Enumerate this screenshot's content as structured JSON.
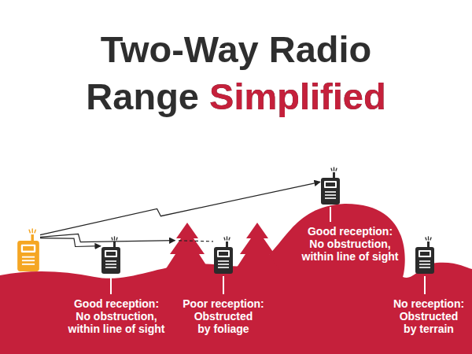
{
  "diagram": {
    "title": "Two-Way Radio Range Simplified",
    "nodes": [
      {
        "text": []
      },
      {
        "text": [
          "Good reception:",
          "No obstruction, within line of sight"
        ]
      },
      {
        "text": [
          "Poor reception:",
          "Obstructed by foliage"
        ]
      },
      {
        "text": [
          "Good reception:",
          "No obstruction, within line of sight"
        ]
      },
      {
        "text": [
          "No reception:",
          "Obstructed by terrain"
        ]
      }
    ],
    "edges": [
      {
        "from": 0,
        "to": 1,
        "arrow": "to"
      },
      {
        "from": 0,
        "to": 2,
        "arrow": "to"
      },
      {
        "from": 0,
        "to": 3,
        "arrow": "to"
      }
    ]
  }
}
